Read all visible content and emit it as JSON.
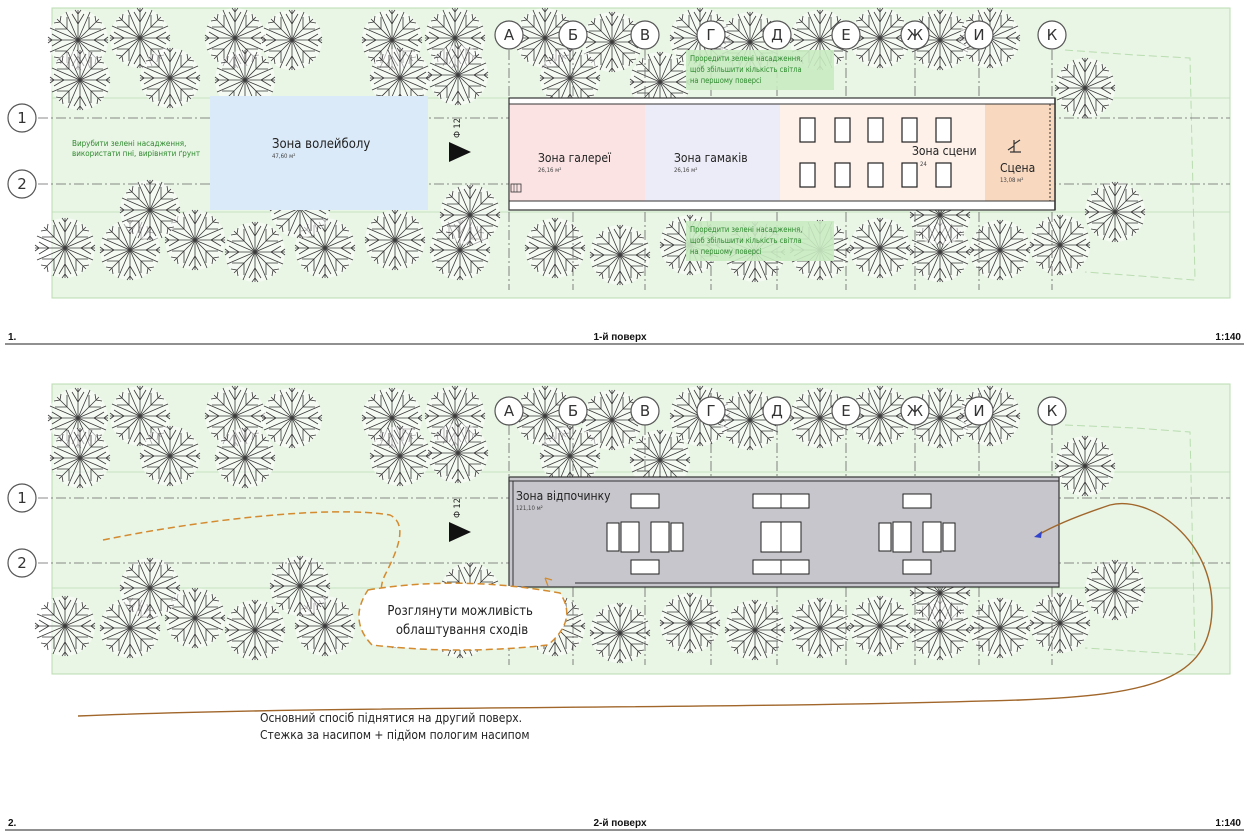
{
  "colors": {
    "site": "#e9f5e5",
    "site_edge": "#b9ddb0",
    "tree": "#3a3a3a",
    "grid": "#555555",
    "volleyball": "#dbeaf8",
    "gallery": "#fbe3e3",
    "hammock": "#ececf8",
    "stage_area": "#fdf1ea",
    "stage": "#f8d9c0",
    "note_bg": "#c9ebc2",
    "note_text": "#2e8a2e",
    "roof": "#c6c6cc",
    "orange": "#d48a2e",
    "brown": "#a0662a"
  },
  "icons": [
    "tree-icon",
    "entrance-arrow-icon",
    "stage-figure-icon",
    "stair-icon"
  ],
  "axes_letters": [
    "А",
    "Б",
    "В",
    "Г",
    "Д",
    "Е",
    "Ж",
    "И",
    "К"
  ],
  "axes_numbers": [
    "1",
    "2"
  ],
  "plan1": {
    "note_left": [
      "Вирубити зелені насадження,",
      "використати пні, вирівняти ґрунт"
    ],
    "note_top": [
      "Проредити зелені насадження,",
      "щоб збільшити кількість світла",
      "на першому поверсі"
    ],
    "note_bottom": [
      "Проредити зелені насадження,",
      "щоб збільшити кількість світла",
      "на першому поверсі"
    ],
    "zone_volleyball": {
      "name": "Зона волейболу",
      "area": "47,60 м²"
    },
    "zone_gallery": {
      "name": "Зона галереї",
      "area": "26,16 м²"
    },
    "zone_hammocks": {
      "name": "Зона гамаків",
      "area": "26,16 м²"
    },
    "zone_stage_area": {
      "name": "Зона сцени",
      "area": "24"
    },
    "zone_stage": {
      "name": "Сцена",
      "area": "13,08 м²"
    },
    "dim": "Ф 12",
    "footer": {
      "number": "1.",
      "title": "1-й поверх",
      "scale": "1:140"
    }
  },
  "plan2": {
    "zone_rest": {
      "name": "Зона відпочинку",
      "area": "121,10 м²"
    },
    "dim": "Ф 12",
    "callout": [
      "Розглянути можливість",
      "облаштування сходів"
    ],
    "note": [
      "Основний спосіб піднятися на другий поверх.",
      "Стежка за насипом + підйом пологим насипом"
    ],
    "footer": {
      "number": "2.",
      "title": "2-й поверх",
      "scale": "1:140"
    }
  }
}
